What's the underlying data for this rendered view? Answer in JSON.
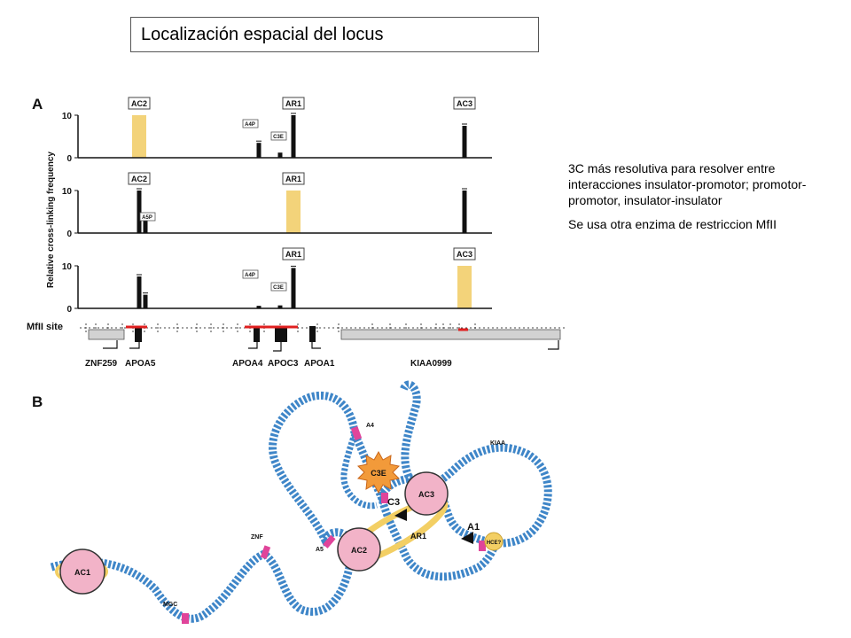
{
  "slide": {
    "title": "Localización espacial del locus",
    "notes": [
      "3C más resolutiva para resolver entre interacciones insulator-promotor; promotor-promotor, insulator-insulator",
      "Se usa otra enzima de restriccion MfII"
    ]
  },
  "figure": {
    "panel_a_label": "A",
    "panel_b_label": "B",
    "ylabel": "Relative cross-linking frequency",
    "site_label": "MfII site",
    "genes": [
      "ZNF259",
      "APOA5",
      "APOA4",
      "APOC3",
      "APOA1",
      "KIAA0999"
    ],
    "diagram": {
      "circles": [
        "AC1",
        "AC2",
        "AC3"
      ],
      "burst": "C3E",
      "hce": "HCE?",
      "labels": [
        "C3",
        "A1",
        "AR1",
        "A5",
        "A4",
        "ZNF",
        "MGC",
        "KIAA"
      ],
      "colors": {
        "dna": "#3f86c8",
        "element": "#e0449a",
        "circle": "#f2b3c8",
        "ring": "#f3cf64",
        "burst": "#f29a3a"
      }
    }
  },
  "chart_data": [
    {
      "type": "bar",
      "ylim": [
        0,
        10
      ],
      "yticks": [
        0,
        10
      ],
      "anchor": "AC2",
      "top_labels": [
        "AC2",
        "AR1",
        "AC3"
      ],
      "small_labels": [
        "A4P",
        "C3E"
      ],
      "values": [
        {
          "site": "A4P",
          "y": 3.5
        },
        {
          "site": "C3E",
          "y": 1.2
        },
        {
          "site": "AR1",
          "y": 10
        },
        {
          "site": "AC3",
          "y": 7.5
        }
      ]
    },
    {
      "type": "bar",
      "ylim": [
        0,
        10
      ],
      "yticks": [
        0,
        10
      ],
      "anchor": "AR1",
      "top_labels": [
        "AC2",
        "AR1"
      ],
      "small_labels": [
        "A5P"
      ],
      "values": [
        {
          "site": "AC2",
          "y": 10
        },
        {
          "site": "A5P",
          "y": 3
        },
        {
          "site": "AC3",
          "y": 10
        }
      ]
    },
    {
      "type": "bar",
      "ylim": [
        0,
        10
      ],
      "yticks": [
        0,
        10
      ],
      "anchor": "AC3",
      "top_labels": [
        "AR1",
        "AC3"
      ],
      "small_labels": [
        "A4P",
        "C3E"
      ],
      "values": [
        {
          "site": "AC2",
          "y": 7.5
        },
        {
          "site": "A5P",
          "y": 3.2
        },
        {
          "site": "A4P",
          "y": 0.6
        },
        {
          "site": "C3E",
          "y": 0.7
        },
        {
          "site": "AR1",
          "y": 9.5
        }
      ]
    }
  ]
}
